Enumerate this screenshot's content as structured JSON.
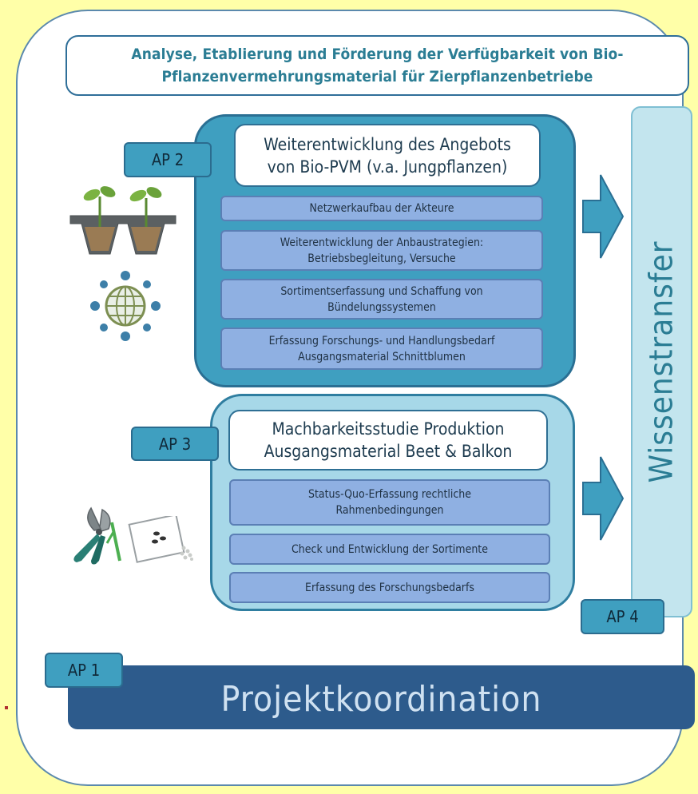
{
  "title": {
    "line1": "Analyse, Etablierung und Förderung der Verfügbarkeit von Bio-",
    "line2": "Pflanzenvermehrungsmaterial für Zierpflanzenbetriebe"
  },
  "ap2": {
    "label": "AP 2",
    "heading_line1": "Weiterentwicklung des Angebots",
    "heading_line2": "von Bio-PVM (v.a. Jungpflanzen)",
    "tasks": [
      {
        "line1": "Netzwerkaufbau der Akteure",
        "line2": ""
      },
      {
        "line1": "Weiterentwicklung der Anbaustrategien:",
        "line2": "Betriebsbegleitung, Versuche"
      },
      {
        "line1": "Sortimentserfassung und Schaffung von",
        "line2": "Bündelungssystemen"
      },
      {
        "line1": "Erfassung Forschungs- und Handlungsbedarf",
        "line2": "Ausgangsmaterial Schnittblumen"
      }
    ]
  },
  "ap3": {
    "label": "AP 3",
    "heading_line1": "Machbarkeitsstudie Produktion",
    "heading_line2": "Ausgangsmaterial Beet & Balkon",
    "tasks": [
      {
        "line1": "Status-Quo-Erfassung rechtliche",
        "line2": "Rahmenbedingungen"
      },
      {
        "line1": "Check und Entwicklung der Sortimente",
        "line2": ""
      },
      {
        "line1": "Erfassung des Forschungsbedarfs",
        "line2": ""
      }
    ]
  },
  "ap4": {
    "label": "AP 4",
    "text": "Wissenstransfer"
  },
  "ap1": {
    "label": "AP 1",
    "text": "Projektkoordination"
  },
  "colors": {
    "background": "#ffffa8",
    "accent_teal": "#3f9fc0",
    "light_teal": "#a7d8e8",
    "task_blue": "#8fb0e2",
    "navy": "#2d5b8c"
  },
  "icons": [
    "seedlings-in-pots-icon",
    "network-globe-icon",
    "pruning-shears-icon",
    "seed-packet-icon",
    "arrow-right-icon"
  ]
}
